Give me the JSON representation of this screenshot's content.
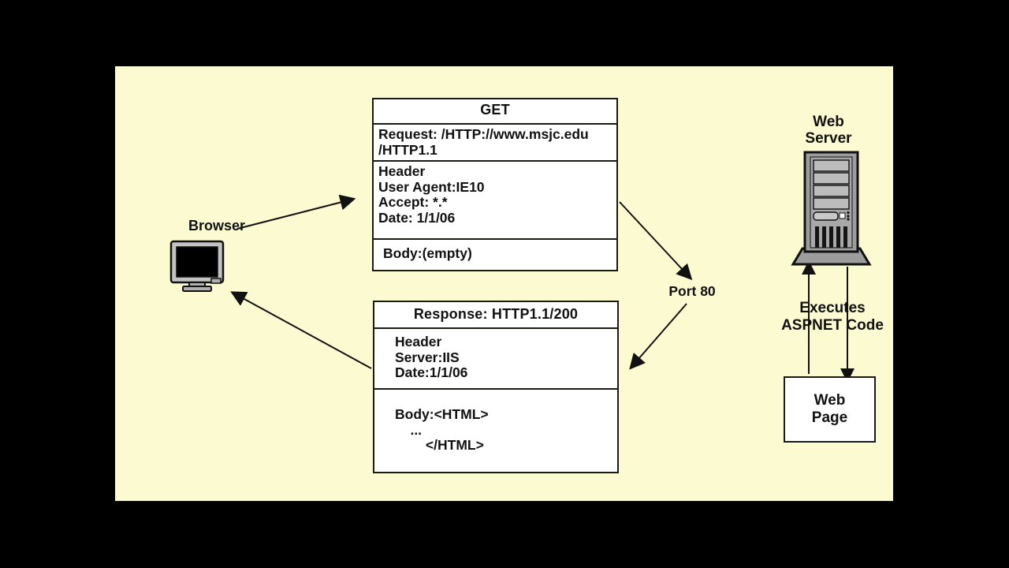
{
  "canvas": {
    "background_color": "#FCFAD0",
    "outer_background_color": "#000000"
  },
  "diagram": {
    "title_implicit": "HTTP Request / Response between Browser and Web Server",
    "browser": {
      "label": "Browser",
      "icon": "computer-monitor-icon"
    },
    "request_box": {
      "title": "GET",
      "request_line": "Request: /HTTP://www.msjc.edu\n/HTTP1.1",
      "header_line": "Header\nUser Agent:IE10\nAccept: *.*\nDate: 1/1/06",
      "body_line": "Body:(empty)"
    },
    "response_box": {
      "title": "Response: HTTP1.1/200",
      "header_line": "Header\nServer:IIS\nDate:1/1/06",
      "body_line": "Body:<HTML>\n    ...\n        </HTML>"
    },
    "port": {
      "label": "Port 80"
    },
    "server": {
      "label": "Web\nServer",
      "icon": "server-tower-icon"
    },
    "executes": {
      "label": "Executes\nASPNET Code"
    },
    "web_page": {
      "label": "Web\nPage"
    }
  },
  "colors": {
    "canvas": "#FCFAD0",
    "box_fill": "#FFFFFF",
    "stroke": "#1a1a14",
    "text": "#111111",
    "server_body": "#9a9a9a",
    "server_panel": "#b5b5b5",
    "monitor_bezel": "#b9b9b9",
    "monitor_screen": "#000000"
  }
}
